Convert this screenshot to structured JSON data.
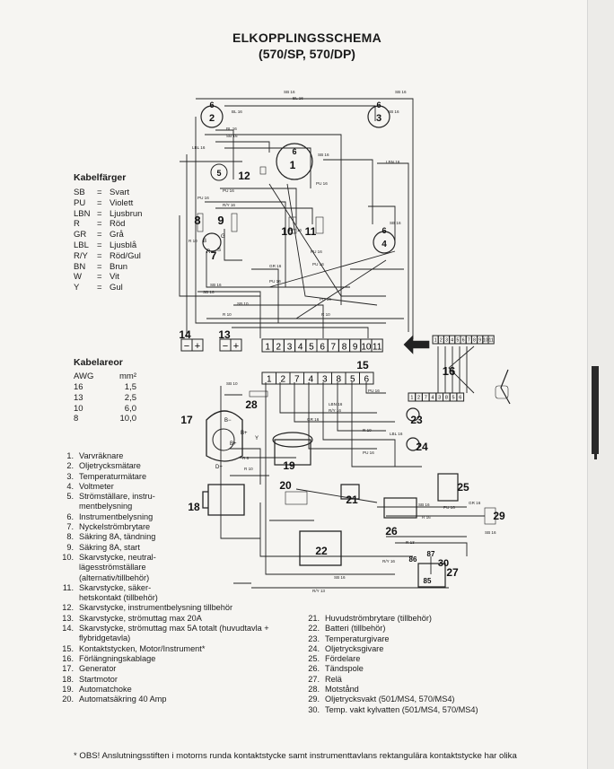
{
  "page": {
    "title": "ELKOPPLINGSSCHEMA",
    "subtitle": "(570/SP, 570/DP)"
  },
  "kabelfarger": {
    "heading": "Kabelfärger",
    "items": [
      {
        "code": "SB",
        "eq": "=",
        "name": "Svart"
      },
      {
        "code": "PU",
        "eq": "=",
        "name": "Violett"
      },
      {
        "code": "LBN",
        "eq": "=",
        "name": "Ljusbrun"
      },
      {
        "code": "R",
        "eq": "=",
        "name": "Röd"
      },
      {
        "code": "GR",
        "eq": "=",
        "name": "Grå"
      },
      {
        "code": "LBL",
        "eq": "=",
        "name": "Ljusblå"
      },
      {
        "code": "R/Y",
        "eq": "=",
        "name": "Röd/Gul"
      },
      {
        "code": "BN",
        "eq": "=",
        "name": "Brun"
      },
      {
        "code": "W",
        "eq": "=",
        "name": "Vit"
      },
      {
        "code": "Y",
        "eq": "=",
        "name": "Gul"
      }
    ]
  },
  "kabelareor": {
    "heading": "Kabelareor",
    "header": {
      "awg": "AWG",
      "mm": "mm²"
    },
    "rows": [
      {
        "awg": "16",
        "mm": "1,5"
      },
      {
        "awg": "13",
        "mm": "2,5"
      },
      {
        "awg": "10",
        "mm": "6,0"
      },
      {
        "awg": "8",
        "mm": "10,0"
      }
    ]
  },
  "components_left": [
    {
      "num": "1.",
      "text": "Varvräknare"
    },
    {
      "num": "2.",
      "text": "Oljetrycksmätare"
    },
    {
      "num": "3.",
      "text": "Temperaturmätare"
    },
    {
      "num": "4.",
      "text": "Voltmeter"
    },
    {
      "num": "5.",
      "text": "Strömställare, instru-"
    },
    {
      "num": "",
      "text": "mentbelysning"
    },
    {
      "num": "6.",
      "text": "Instrumentbelysning"
    },
    {
      "num": "7.",
      "text": "Nyckelströmbrytare"
    },
    {
      "num": "8.",
      "text": "Säkring 8A, tändning"
    },
    {
      "num": "9.",
      "text": "Säkring 8A, start"
    },
    {
      "num": "10.",
      "text": "Skarvstycke, neutral-"
    },
    {
      "num": "",
      "text": "lägesströmställare"
    },
    {
      "num": "",
      "text": "(alternativ/tillbehör)"
    },
    {
      "num": "11.",
      "text": "Skarvstycke, säker-"
    },
    {
      "num": "",
      "text": "hetskontakt (tillbehör)"
    },
    {
      "num": "12.",
      "text": "Skarvstycke, instrumentbelysning tillbehör"
    },
    {
      "num": "13.",
      "text": "Skarvstycke, strömuttag max 20A"
    },
    {
      "num": "14.",
      "text": "Skarvstycke, strömuttag max 5A totalt (huvudtavla +"
    },
    {
      "num": "",
      "text": "flybridgetavla)"
    },
    {
      "num": "15.",
      "text": "Kontaktstycken, Motor/Instrument*"
    },
    {
      "num": "16.",
      "text": "Förlängningskablage"
    },
    {
      "num": "17.",
      "text": "Generator"
    },
    {
      "num": "18.",
      "text": "Startmotor"
    },
    {
      "num": "19.",
      "text": "Automatchoke"
    },
    {
      "num": "20.",
      "text": "Automatsäkring 40 Amp"
    }
  ],
  "components_right": [
    {
      "num": "21.",
      "text": "Huvudströmbrytare (tillbehör)"
    },
    {
      "num": "22.",
      "text": "Batteri (tillbehör)"
    },
    {
      "num": "23.",
      "text": "Temperaturgivare"
    },
    {
      "num": "24.",
      "text": "Oljetrycksgivare"
    },
    {
      "num": "25.",
      "text": "Fördelare"
    },
    {
      "num": "26.",
      "text": "Tändspole"
    },
    {
      "num": "27.",
      "text": "Relä"
    },
    {
      "num": "28.",
      "text": "Motstånd"
    },
    {
      "num": "29.",
      "text": "Oljetrycksvakt (501/MS4, 570/MS4)"
    },
    {
      "num": "30.",
      "text": "Temp. vakt kylvatten (501/MS4, 570/MS4)"
    }
  ],
  "footnote": "* OBS! Anslutningsstiften i motorns runda kontaktstycke samt instrumenttavlans rektangulära kontaktstycke har olika",
  "diagram": {
    "wire_labels": [
      "SB 16",
      "BL 16",
      "SB 16",
      "BL 16",
      "BL 16",
      "SB 16",
      "SB 16",
      "LBL 16",
      "PU 16",
      "R/Y 16",
      "R 10",
      "PU 16",
      "SB 16",
      "SB 16",
      "GR 16",
      "R/Y 16",
      "PU 16",
      "LBN 16",
      "SB 16",
      "SB 16",
      "R 10",
      "R 10",
      "SB 10",
      "PU 16",
      "PU 16",
      "PU 16",
      "PU 16",
      "SB 10",
      "LBN 16",
      "R/Y 16",
      "GR 16",
      "R 10",
      "LBL 16",
      "PU 16",
      "R 8",
      "R 10",
      "SB 16",
      "GR 16",
      "PU 16",
      "R 16",
      "R 13",
      "R/Y 16",
      "SB 16",
      "R/Y 13",
      "PU 16",
      "SB 16"
    ],
    "callouts": [
      "1",
      "2",
      "3",
      "4",
      "5",
      "6",
      "6",
      "6",
      "6",
      "7",
      "8",
      "9",
      "10",
      "11",
      "12",
      "13",
      "14",
      "15",
      "16",
      "17",
      "18",
      "19",
      "20",
      "21",
      "22",
      "23",
      "24",
      "25",
      "26",
      "27",
      "28",
      "29",
      "30",
      "85",
      "86",
      "87"
    ],
    "connector_13": [
      "1",
      "2",
      "3",
      "4",
      "5",
      "6",
      "7",
      "8",
      "9",
      "10",
      "11"
    ],
    "connector_15": [
      "1",
      "2",
      "7",
      "4",
      "3",
      "8",
      "5",
      "6"
    ],
    "connector_16_top": [
      "1",
      "2",
      "3",
      "4",
      "5",
      "6",
      "7",
      "8",
      "9",
      "10",
      "11"
    ],
    "connector_16_bottom": [
      "1",
      "2",
      "7",
      "4",
      "3",
      "8",
      "5",
      "6"
    ],
    "socket_minus_plus": [
      "−",
      "+"
    ],
    "key_terms": [
      "B",
      "G",
      "S",
      "R"
    ],
    "alt_terms": [
      "B−",
      "B+",
      "D+",
      "Y",
      "B+"
    ]
  }
}
